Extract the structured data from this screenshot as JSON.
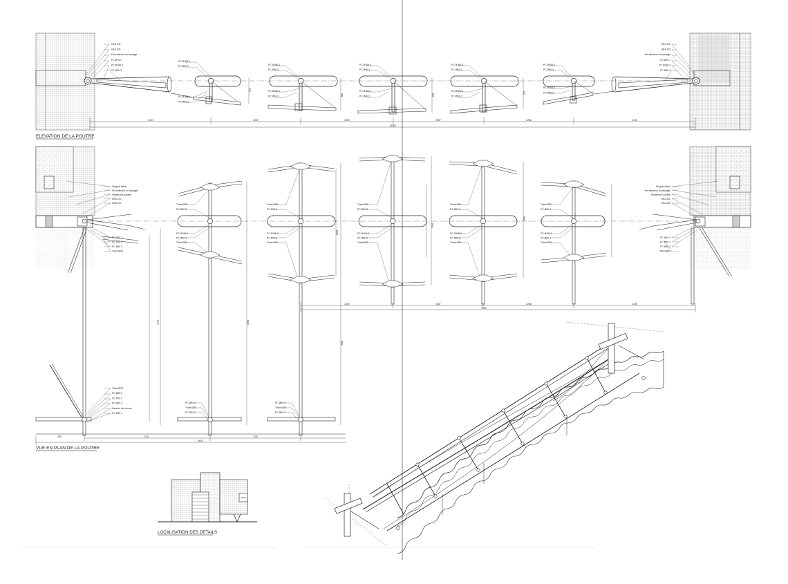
{
  "titles": {
    "elevation": "ELEVATION DE LA POUTRE",
    "plan": "VUE EN PLAN DE LA POUTRE",
    "localisation": "LOCALISATION DES DETAILS"
  },
  "elevation_labels": {
    "left_anchor": [
      "HEA 100",
      "HEA 100",
      "Fer extérieur du bardage",
      "PC Ø76.1",
      "PC Ø168.3",
      "PC Ø60.3"
    ],
    "right_anchor": [
      "HEA 100",
      "HEA 100",
      "Fer extérieur du bardage",
      "PC Ø76.1",
      "PC Ø168.3",
      "PC Ø60.3"
    ],
    "node_top": [
      "PC Ø168.3",
      "PC Ø60.3"
    ],
    "node_bottom": [
      "PC Ø168.3",
      "PC Ø60.3"
    ]
  },
  "plan_labels": {
    "left_anchor": [
      "Support béton",
      "Fer extérieur du bardage",
      "Platine pré-scellée",
      "HEA 100",
      "HEA 100"
    ],
    "right_anchor": [
      "Support béton",
      "Fer extérieur du bardage",
      "Platine pré-scellée",
      "HEA 100",
      "HEA 100"
    ],
    "left_lower": [
      "PC Ø60.3",
      "PC Ø76.1",
      "PC Ø60.3",
      "Tirant Ø20"
    ],
    "right_lower": [
      "PC Ø60.3",
      "PC Ø76.1",
      "PC Ø60.3",
      "Tirant Ø20"
    ],
    "node_top": [
      "Tirant Ø30",
      "PC Ø60.3"
    ],
    "node_bottom": [
      "PC Ø168.3",
      "PC Ø60.3",
      "Tirant Ø20"
    ],
    "base_left": [
      "Tirant Ø20",
      "PC Ø60.3",
      "PC Ø76.1",
      "PC Ø42.4",
      "Hauteur des verres",
      "PC Ø33.7"
    ],
    "base_mid1": [
      "PC Ø60.3",
      "Tirant Ø20",
      "PC Ø33.7"
    ],
    "base_mid2": [
      "PC Ø60.3",
      "Tirant Ø20",
      "PC Ø33.7"
    ]
  },
  "dimensions": {
    "elevation_spans": [
      "2197",
      "2287",
      "2300",
      "2287",
      "2286",
      "2196"
    ],
    "elevation_total": "13600",
    "elevation_vertical": [
      "375",
      "620",
      "625",
      "575"
    ],
    "plan_spans_upper": [
      "2300",
      "2287",
      "2286",
      "2196"
    ],
    "plan_total_upper": "9190",
    "plan_spans_lower": [
      "2197",
      "2287"
    ],
    "plan_total_lower": "9620",
    "plan_vertical": [
      "3770",
      "3250",
      "3096",
      "2096",
      "2096",
      "1500"
    ],
    "plan_first": "350"
  }
}
